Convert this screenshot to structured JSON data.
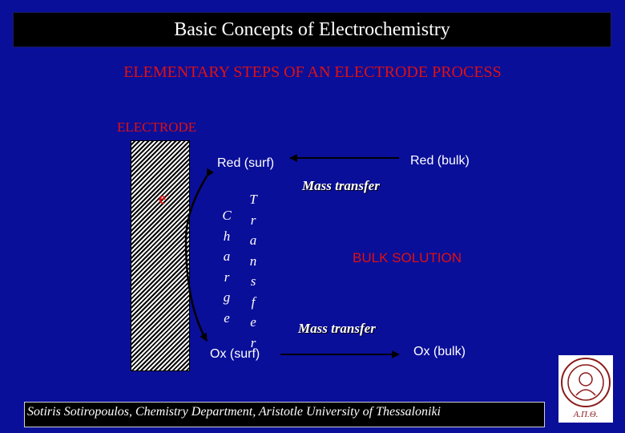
{
  "header": {
    "title": "Basic Concepts of Electrochemistry"
  },
  "heading": "ELEMENTARY STEPS OF AN ELECTRODE PROCESS",
  "diagram": {
    "electrode_label": "ELECTRODE",
    "electron_symbol": "e",
    "electron_charge": "-",
    "red_surf": "Red (surf)",
    "red_bulk": "Red (bulk)",
    "ox_surf": "Ox (surf)",
    "ox_bulk": "Ox (bulk)",
    "mass_transfer_top": "Mass transfer",
    "mass_transfer_bottom": "Mass transfer",
    "bulk_solution": "BULK SOLUTION",
    "charge_letters": [
      "C",
      "h",
      "a",
      "r",
      "g",
      "e"
    ],
    "transfer_letters": [
      "T",
      "r",
      "a",
      "n",
      "s",
      "f",
      "e",
      "r"
    ]
  },
  "footer": {
    "credit": "Sotiris Sotiropoulos, Chemistry Department, Aristotle University of Thessaloniki"
  },
  "seal": {
    "caption": "Α.Π.Θ."
  },
  "colors": {
    "background": "#0a0f99",
    "accent_red": "#e01010",
    "text": "#ffffff"
  }
}
